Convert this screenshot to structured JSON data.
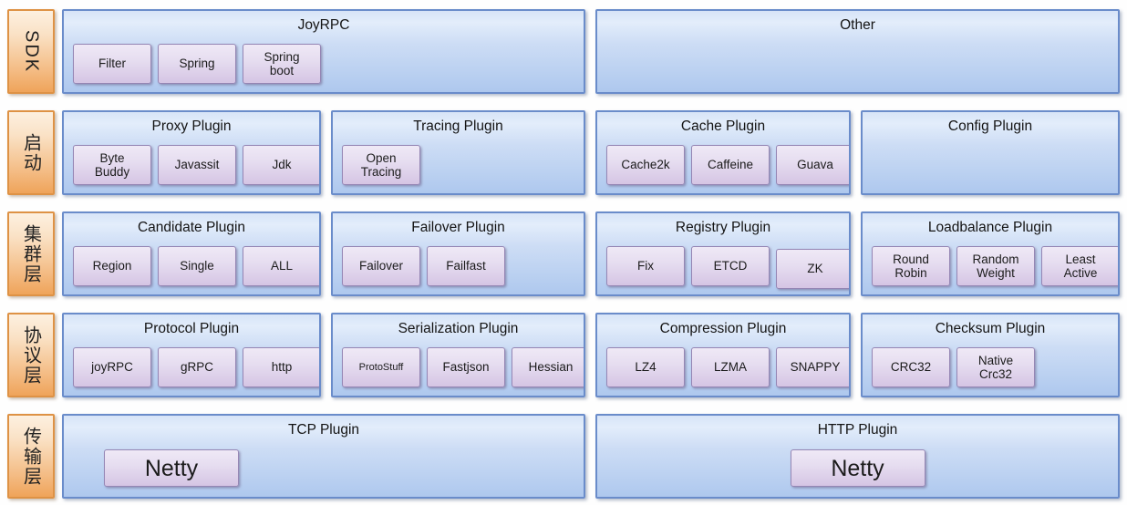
{
  "palette": {
    "layer_label_border": "#de9245",
    "layer_label_fill_top": "#fdf0e0",
    "layer_label_fill_bottom": "#efa45a",
    "group_border": "#6a8cca",
    "group_fill_top": "#d7e4f7",
    "group_fill_bottom": "#aec8ee",
    "item_border": "#9586b4",
    "item_fill_top": "#efe9f6",
    "item_fill_bottom": "#d5c5e4",
    "background": "#ffffff"
  },
  "layers": [
    {
      "name": "SDK",
      "groups": [
        {
          "title": "JoyRPC",
          "items": [
            "Filter",
            "Spring",
            "Spring\nboot"
          ]
        },
        {
          "title": "Other",
          "items": []
        }
      ]
    },
    {
      "name": "启动",
      "groups": [
        {
          "title": "Proxy Plugin",
          "items": [
            "Byte\nBuddy",
            "Javassit",
            "Jdk"
          ]
        },
        {
          "title": "Tracing Plugin",
          "items": [
            "Open\nTracing"
          ]
        },
        {
          "title": "Cache Plugin",
          "items": [
            "Cache2k",
            "Caffeine",
            "Guava"
          ]
        },
        {
          "title": "Config Plugin",
          "items": []
        }
      ]
    },
    {
      "name": "集群层",
      "groups": [
        {
          "title": "Candidate Plugin",
          "items": [
            "Region",
            "Single",
            "ALL"
          ]
        },
        {
          "title": "Failover Plugin",
          "items": [
            "Failover",
            "Failfast"
          ]
        },
        {
          "title": "Registry Plugin",
          "items": [
            "Fix",
            "ETCD",
            "ZK"
          ]
        },
        {
          "title": "Loadbalance Plugin",
          "items": [
            "Round\nRobin",
            "Random\nWeight",
            "Least\nActive"
          ]
        }
      ]
    },
    {
      "name": "协议层",
      "groups": [
        {
          "title": "Protocol Plugin",
          "items": [
            "joyRPC",
            "gRPC",
            "http"
          ]
        },
        {
          "title": "Serialization Plugin",
          "items": [
            "ProtoStuff",
            "Fastjson",
            "Hessian"
          ]
        },
        {
          "title": "Compression Plugin",
          "items": [
            "LZ4",
            "LZMA",
            "SNAPPY"
          ]
        },
        {
          "title": "Checksum Plugin",
          "items": [
            "CRC32",
            "Native\nCrc32"
          ]
        }
      ]
    },
    {
      "name": "传输层",
      "groups": [
        {
          "title": "TCP Plugin",
          "items": [
            "Netty"
          ]
        },
        {
          "title": "HTTP Plugin",
          "items": [
            "Netty"
          ]
        }
      ]
    }
  ]
}
